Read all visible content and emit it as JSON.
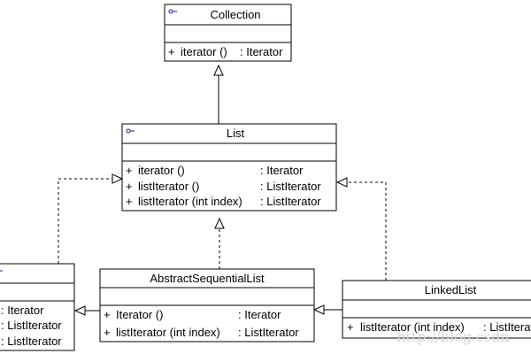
{
  "collection": {
    "name": "Collection",
    "methods": [
      {
        "vis": "+",
        "sig": "iterator ()",
        "type": ": Iterator"
      }
    ]
  },
  "list": {
    "name": "List",
    "methods": [
      {
        "vis": "+",
        "sig": "iterator ()",
        "type": ": Iterator"
      },
      {
        "vis": "+",
        "sig": "listIterator ()",
        "type": ": ListIterator"
      },
      {
        "vis": "+",
        "sig": "listIterator (int index)",
        "type": ": ListIterator"
      }
    ]
  },
  "left_class": {
    "methods": [
      {
        "type": ": Iterator"
      },
      {
        "type": ": ListIterator"
      },
      {
        "type": ": ListIterator"
      }
    ]
  },
  "abstract_sequential_list": {
    "name": "AbstractSequentialList",
    "methods": [
      {
        "vis": "+",
        "sig": "Iterator ()",
        "type": ": Iterator"
      },
      {
        "vis": "+",
        "sig": "listIterator (int index)",
        "type": ": ListIterator"
      }
    ]
  },
  "linked_list": {
    "name": "LinkedList",
    "methods": [
      {
        "vis": "+",
        "sig": "listIterator (int index)",
        "type": ": ListIterator"
      }
    ]
  },
  "watermark": "http://blog.csdn",
  "colors": {
    "line": "#000000",
    "stereotype_icon": "#1a1aa6",
    "watermark": "#d6d6d6"
  }
}
